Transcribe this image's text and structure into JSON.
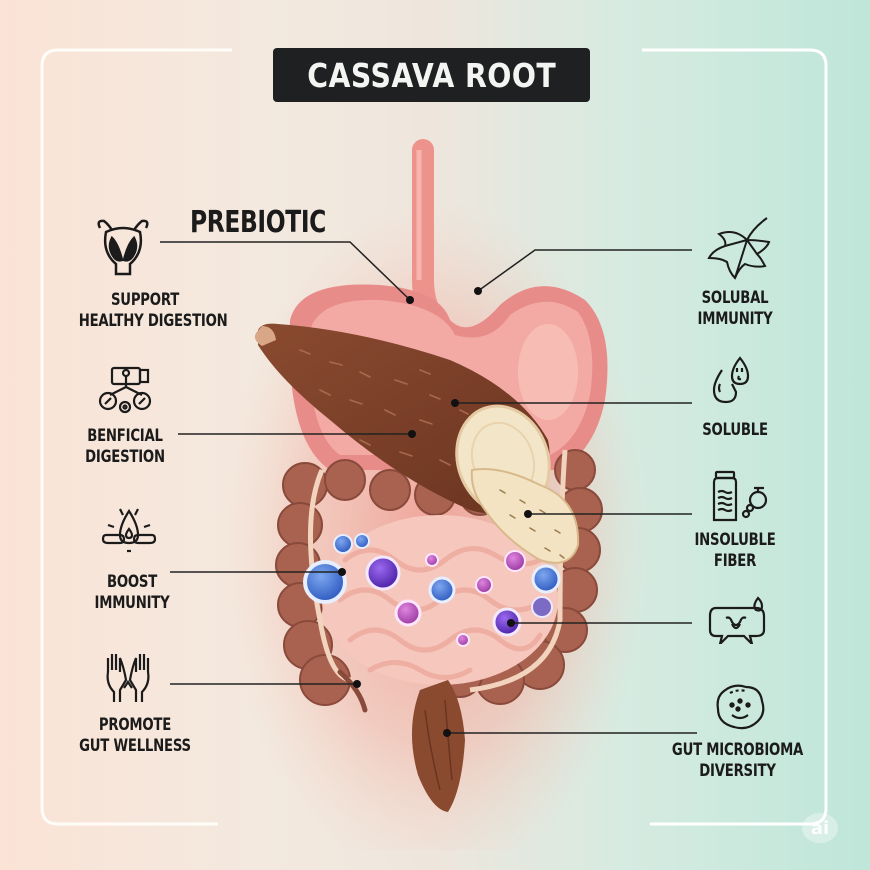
{
  "title": "CASSAVA ROOT",
  "center_label": "PREBIOTIC",
  "left_items": [
    {
      "icon": "digestive-organ-icon",
      "lines": [
        "SUPPORT",
        "HEALTHY DIGESTION"
      ]
    },
    {
      "icon": "digestion-machine-icon",
      "lines": [
        "BENFICIAL",
        "DIGESTION"
      ]
    },
    {
      "icon": "glowing-drop-icon",
      "lines": [
        "BOOST",
        "IMMUNITY"
      ]
    },
    {
      "icon": "raised-hands-icon",
      "lines": [
        "PROMOTE",
        "GUT WELLNESS"
      ]
    }
  ],
  "right_items": [
    {
      "icon": "leaf-icon",
      "lines": [
        "SOLUBAL",
        "IMMUNITY"
      ]
    },
    {
      "icon": "water-drops-icon",
      "lines": [
        "SOLUBLE"
      ]
    },
    {
      "icon": "fiber-jar-icon",
      "lines": [
        "INSOLUBLE",
        "FIBER"
      ]
    },
    {
      "icon": "speech-bubble-icon",
      "lines": []
    },
    {
      "icon": "microbe-cluster-icon",
      "lines": [
        "GUT MICROBIOMA",
        "DIVERSITY"
      ]
    }
  ],
  "watermark": "ai",
  "colors": {
    "title_bg": "#1e2021",
    "title_text": "#f4f4f2",
    "text": "#1b1b1b",
    "cassava_skin": "#7a3f27",
    "cassava_flesh": "#f3e6c8",
    "colon": "#a9624f",
    "stomach": "#ef9a96",
    "intestine": "#f6c7bd",
    "microbe_blue": "#3f6fd1",
    "microbe_purple": "#6a3bc9",
    "microbe_magenta": "#b04cb5",
    "bg_left": "#fbe3d6",
    "bg_right": "#bfe6d9"
  }
}
